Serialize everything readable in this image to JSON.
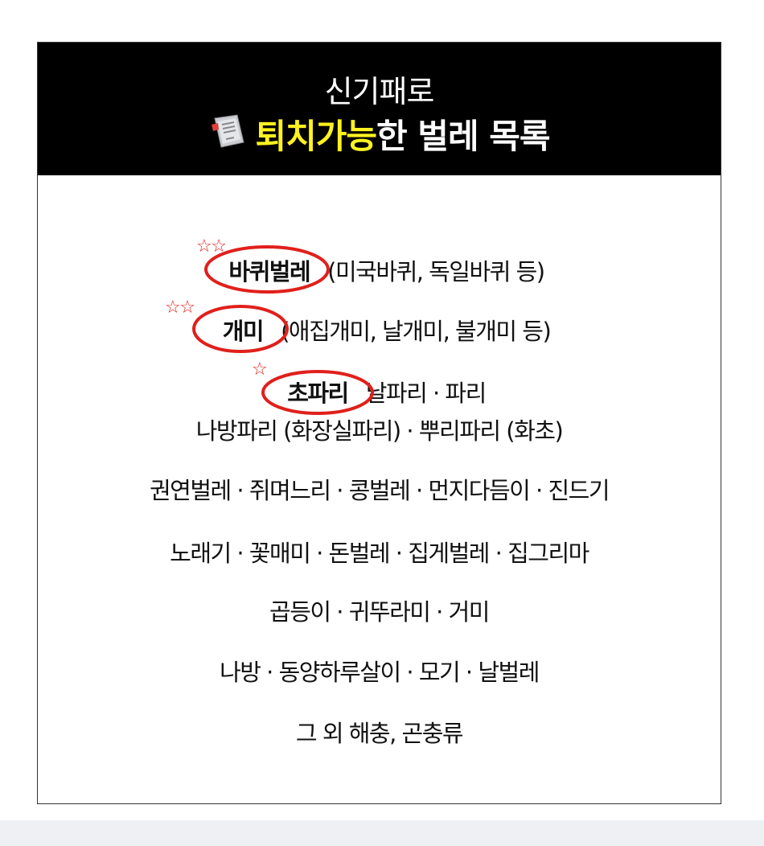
{
  "header": {
    "subtitle": "신기패로",
    "title_highlight": "퇴치가능",
    "title_rest": "한 벌레 목록",
    "icon": "newspaper-icon"
  },
  "colors": {
    "accent_yellow": "#fff21f",
    "circle_red": "#e0201b"
  },
  "items": [
    {
      "highlight": "바퀴벌레",
      "text": "(미국바퀴, 독일바퀴 등)"
    },
    {
      "highlight": "개미",
      "text": "(애집개미, 날개미, 불개미 등)"
    },
    {
      "highlight": "초파리",
      "text": "날파리 · 파리"
    }
  ],
  "lines": [
    "나방파리 (화장실파리) · 뿌리파리 (화초)",
    "권연벌레 · 쥐며느리 · 콩벌레 · 먼지다듬이 · 진드기",
    "노래기 · 꽃매미 · 돈벌레 · 집게벌레 · 집그리마",
    "곱등이 · 귀뚜라미 · 거미",
    "나방 · 동양하루살이 · 모기 · 날벌레",
    "그 외 해충, 곤충류"
  ]
}
